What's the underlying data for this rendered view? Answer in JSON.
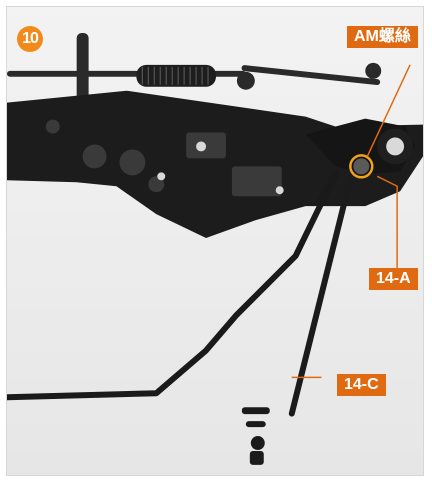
{
  "step": {
    "number": "10"
  },
  "labels": {
    "am_screw": "AM螺絲",
    "part_14a": "14-A",
    "part_14c": "14-C"
  },
  "colors": {
    "accent": "#e06a12",
    "badge": "#f28a1b",
    "highlight_ring": "#f2a21b"
  }
}
